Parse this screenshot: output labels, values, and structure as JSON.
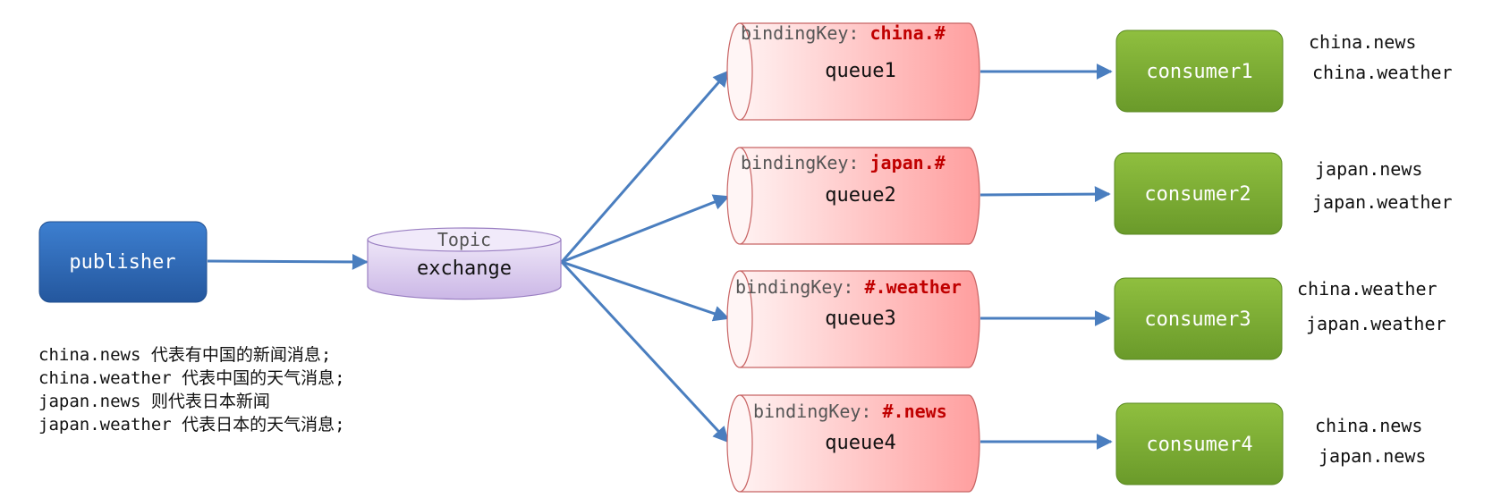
{
  "publisher": {
    "label": "publisher"
  },
  "exchange": {
    "type_label": "Topic",
    "label": "exchange"
  },
  "binding_prefix": "bindingKey: ",
  "queues": [
    {
      "label": "queue1",
      "binding_key": "china.#"
    },
    {
      "label": "queue2",
      "binding_key": "japan.#"
    },
    {
      "label": "queue3",
      "binding_key": "#.weather"
    },
    {
      "label": "queue4",
      "binding_key": "#.news"
    }
  ],
  "consumers": [
    {
      "label": "consumer1",
      "receives": [
        "china.news",
        "china.weather"
      ]
    },
    {
      "label": "consumer2",
      "receives": [
        "japan.news",
        "japan.weather"
      ]
    },
    {
      "label": "consumer3",
      "receives": [
        "china.weather",
        "japan.weather"
      ]
    },
    {
      "label": "consumer4",
      "receives": [
        "china.news",
        "japan.news"
      ]
    }
  ],
  "notes": [
    "china.news 代表有中国的新闻消息;",
    "china.weather 代表中国的天气消息;",
    "japan.news 则代表日本新闻",
    "japan.weather 代表日本的天气消息;"
  ],
  "colors": {
    "publisher": "#2e6bbd",
    "exchange": "#ddd0ee",
    "queue": "#ffb3b3",
    "consumer": "#78a832",
    "arrow": "#4a7ebf",
    "binding_key": "#c00000"
  }
}
